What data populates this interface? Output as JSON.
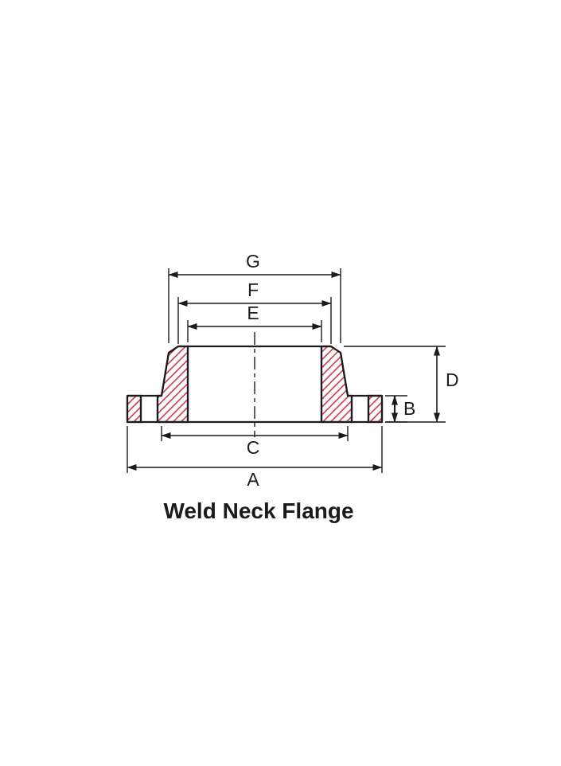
{
  "title": "Weld Neck Flange",
  "labels": {
    "A": "A",
    "B": "B",
    "C": "C",
    "D": "D",
    "E": "E",
    "F": "F",
    "G": "G"
  },
  "colors": {
    "line": "#1b1b1b",
    "hatch": "#c62b3b",
    "background": "#ffffff"
  }
}
